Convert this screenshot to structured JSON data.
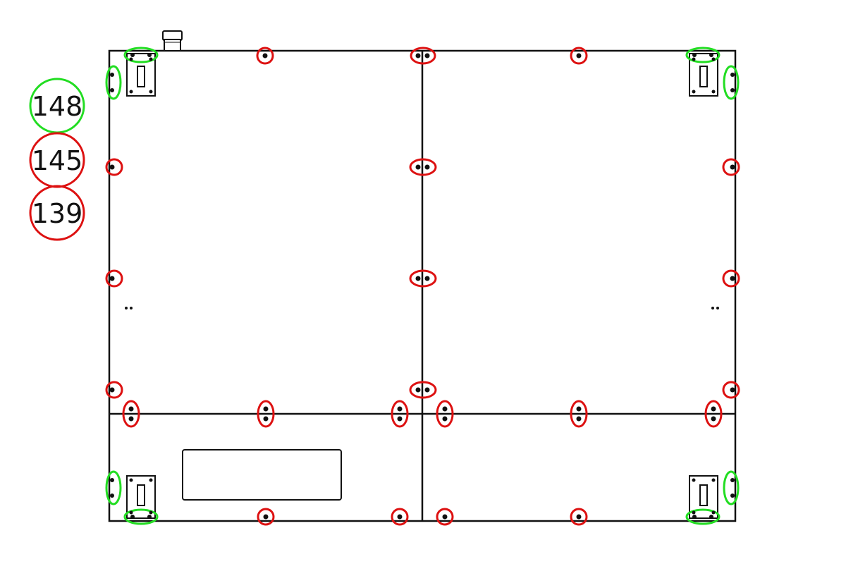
{
  "legend": [
    {
      "label": "148",
      "color": "#22dd22"
    },
    {
      "label": "145",
      "color": "#dd1111"
    },
    {
      "label": "139",
      "color": "#dd1111"
    }
  ],
  "colors": {
    "outline": "#111111",
    "green_marker": "#22dd22",
    "red_marker": "#dd1111"
  }
}
